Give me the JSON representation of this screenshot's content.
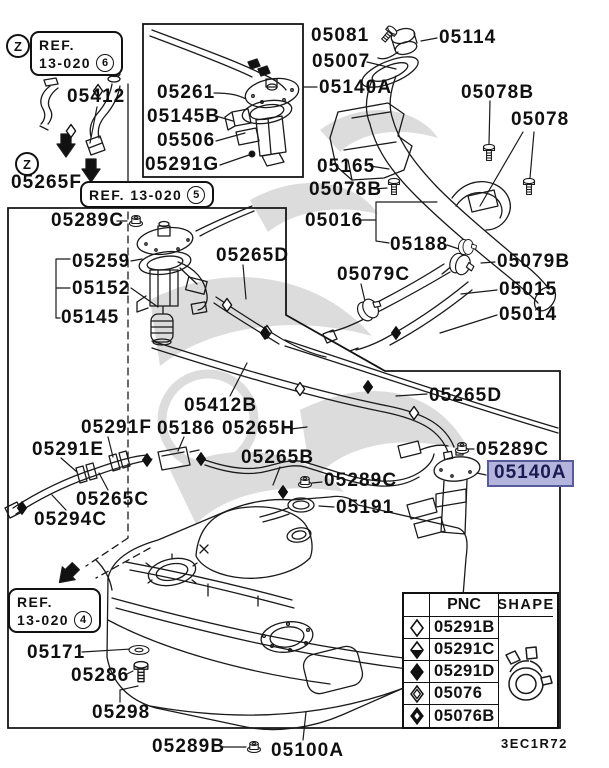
{
  "diagram": {
    "code": "3EC1R72",
    "selected_part": "05140A",
    "connector_symbol": "Z",
    "colors": {
      "line": "#1a1a1a",
      "highlight_fill": "#b4b5dc",
      "highlight_border": "#585a9e",
      "highlight_text": "#1b1b52",
      "watermark": "#dcdcdc"
    },
    "ref_boxes": [
      {
        "line1": "REF.",
        "line2": "13-020",
        "circled": "6"
      },
      {
        "line1": "REF. 13-020",
        "circled": "5"
      },
      {
        "line1": "REF.",
        "line2": "13-020",
        "circled": "4"
      }
    ],
    "part_labels": {
      "05081": "05081",
      "05007": "05007",
      "05114": "05114",
      "05140A": "05140A",
      "05078B": "05078B",
      "05078": "05078",
      "05165": "05165",
      "05016": "05016",
      "05188": "05188",
      "05079B": "05079B",
      "05079C": "05079C",
      "05015": "05015",
      "05014": "05014",
      "05412": "05412",
      "05265F": "05265F",
      "05261": "05261",
      "05145B": "05145B",
      "05506": "05506",
      "05291G": "05291G",
      "05289C": "05289C",
      "05259": "05259",
      "05152": "05152",
      "05145": "05145",
      "05265D": "05265D",
      "05412B": "05412B",
      "05186": "05186",
      "05265H": "05265H",
      "05291F": "05291F",
      "05291E": "05291E",
      "05265B": "05265B",
      "05265C": "05265C",
      "05294C": "05294C",
      "05191": "05191",
      "05171": "05171",
      "05286": "05286",
      "05298": "05298",
      "05289B": "05289B",
      "05100A": "05100A"
    },
    "pnc_table": {
      "headers": {
        "pnc": "PNC",
        "shape": "SHAPE"
      },
      "rows": [
        {
          "symbol": "diamond-outline",
          "pnc": "05291B"
        },
        {
          "symbol": "diamond-half-filled",
          "pnc": "05291C"
        },
        {
          "symbol": "diamond-filled",
          "pnc": "05291D"
        },
        {
          "symbol": "diamond-double-outline",
          "pnc": "05076"
        },
        {
          "symbol": "diamond-filled-slot",
          "pnc": "05076B"
        }
      ]
    }
  }
}
